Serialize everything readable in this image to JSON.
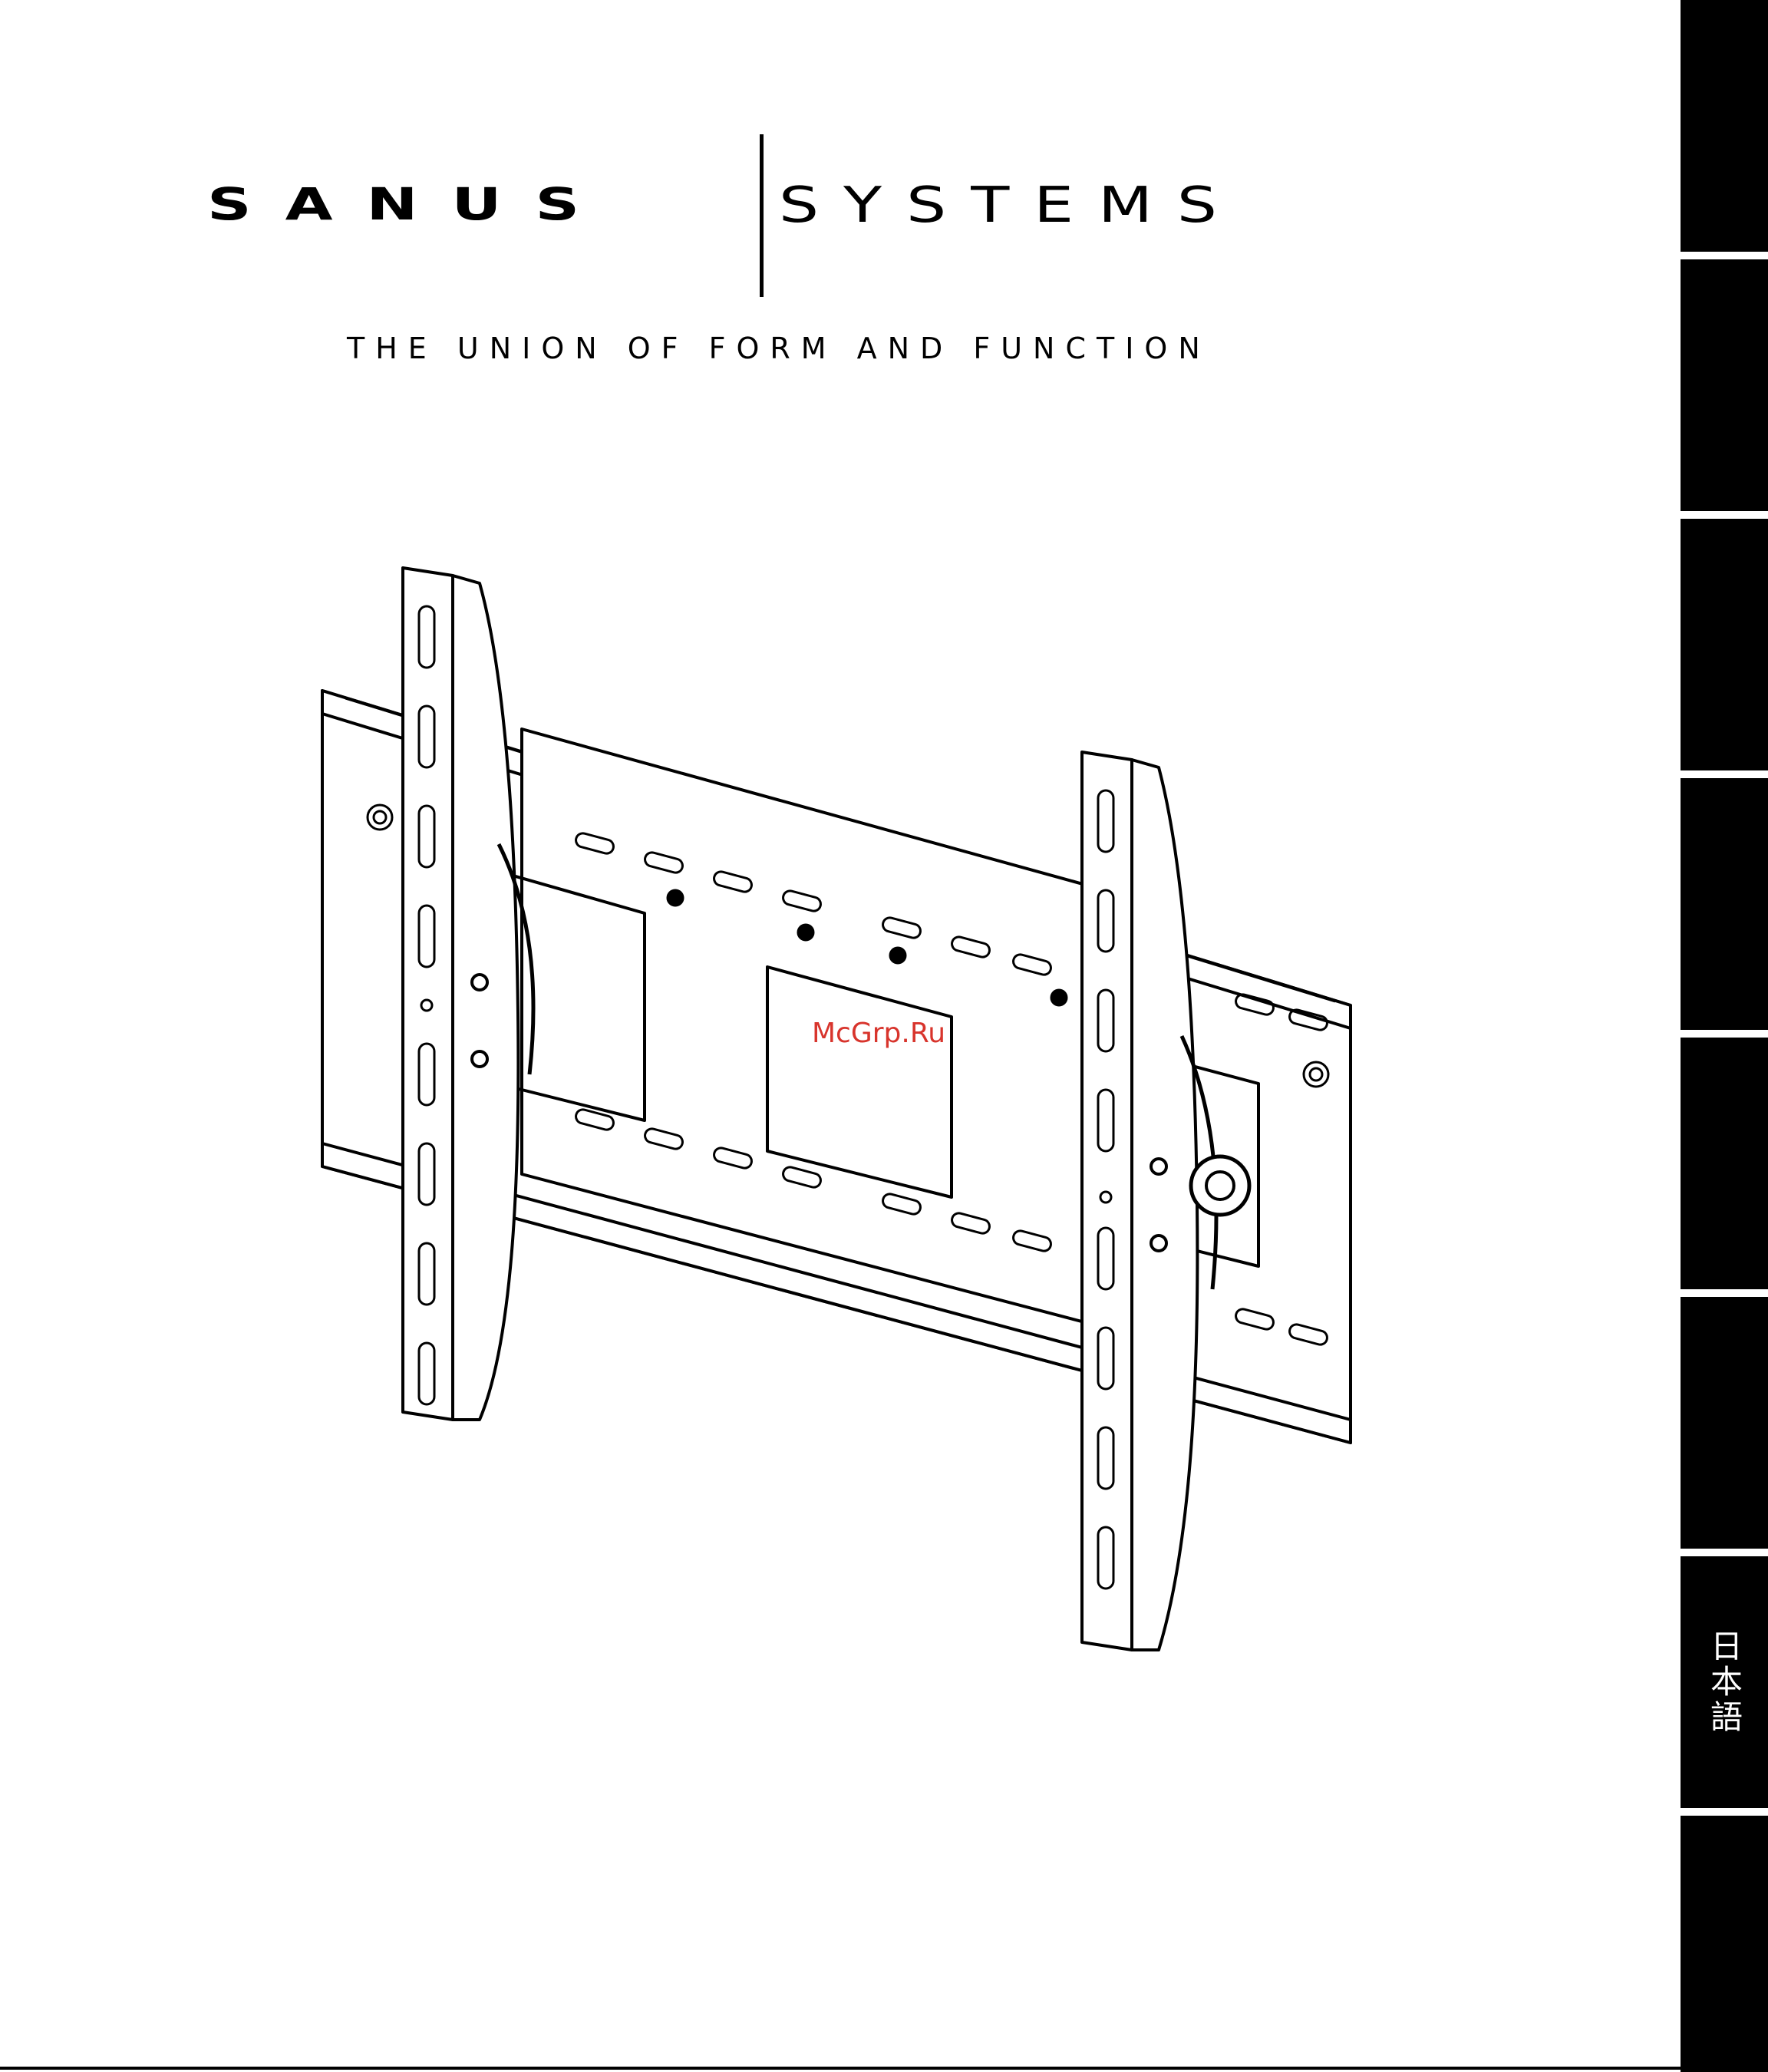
{
  "brand": {
    "name_bold": "SANUS",
    "name_light": "SYSTEMS",
    "tagline": "THE UNION OF FORM AND FUNCTION"
  },
  "illustration": {
    "icon": "tilting-wall-mount-icon"
  },
  "watermark": "McGrp.Ru",
  "side_tabs": [
    {
      "label": ""
    },
    {
      "label": ""
    },
    {
      "label": ""
    },
    {
      "label": ""
    },
    {
      "label": ""
    },
    {
      "label": ""
    },
    {
      "label": "日本語"
    },
    {
      "label": ""
    }
  ],
  "colors": {
    "tab_background": "#000000",
    "watermark": "#d8342c"
  }
}
